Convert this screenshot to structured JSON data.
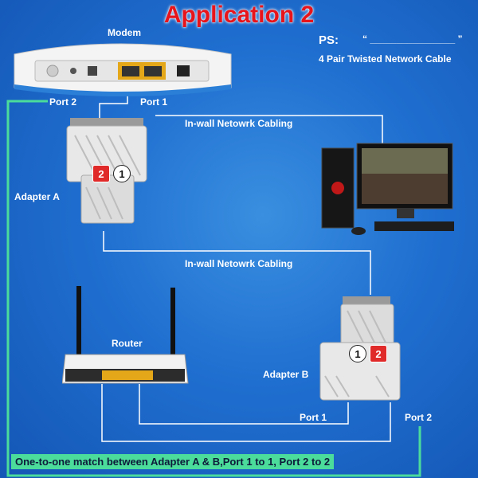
{
  "title": "Application 2",
  "labels": {
    "modem": "Modem",
    "port2_top": "Port 2",
    "port1_top": "Port 1",
    "adapter_a": "Adapter A",
    "cabling_top": "In-wall Netowrk Cabling",
    "cabling_mid": "In-wall Netowrk Cabling",
    "router": "Router",
    "adapter_b": "Adapter B",
    "port1_bottom": "Port 1",
    "port2_bottom": "Port 2"
  },
  "legend": {
    "ps_label": "PS:",
    "cable_sample": "“ ________________ ”",
    "cable_desc": "4 Pair Twisted Network Cable"
  },
  "badges": {
    "one": "1",
    "two": "2"
  },
  "footer": "One-to-one match between Adapter A & B,Port 1 to 1, Port 2 to 2",
  "colors": {
    "background": "#1f6fd0",
    "title": "#e8141b",
    "green_wire": "#4bdc9b",
    "white_wire": "#ffffff",
    "badge_red": "#e02a2a"
  }
}
